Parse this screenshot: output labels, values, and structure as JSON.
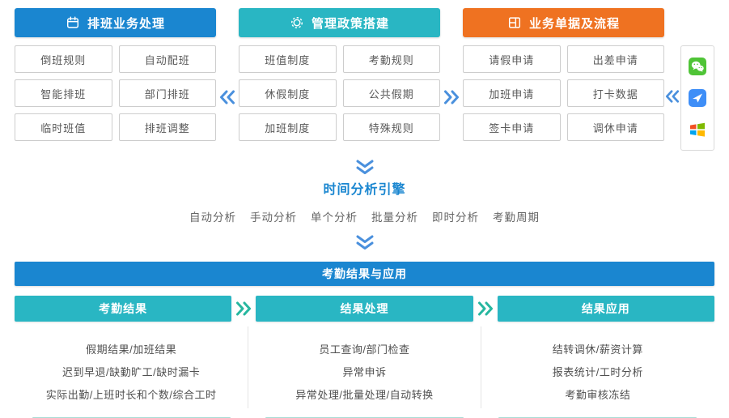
{
  "colors": {
    "header_blue": "#1a86d0",
    "header_teal": "#29b6c3",
    "header_orange": "#ef7221",
    "arrow_blue": "#4a90dd",
    "arrow_teal": "#27b7a0",
    "box_border": "#cdcdcd"
  },
  "sections": [
    {
      "title": "排班业务处理",
      "icon": "calendar-icon",
      "items": [
        "倒班规则",
        "自动配班",
        "智能排班",
        "部门排班",
        "临时班值",
        "排班调整"
      ]
    },
    {
      "title": "管理政策搭建",
      "icon": "gear-icon",
      "items": [
        "班值制度",
        "考勤规则",
        "休假制度",
        "公共假期",
        "加班制度",
        "特殊规则"
      ]
    },
    {
      "title": "业务单据及流程",
      "icon": "form-icon",
      "items": [
        "请假申请",
        "出差申请",
        "加班申请",
        "打卡数据",
        "签卡申请",
        "调休申请"
      ]
    }
  ],
  "integrations": {
    "apps": [
      "wechat",
      "dingtalk",
      "windows"
    ]
  },
  "engine": {
    "title": "时间分析引擎",
    "modes": [
      "自动分析",
      "手动分析",
      "单个分析",
      "批量分析",
      "即时分析",
      "考勤周期"
    ]
  },
  "results": {
    "banner": "考勤结果与应用",
    "columns": [
      {
        "header": "考勤结果",
        "items": [
          "假期结果/加班结果",
          "迟到早退/缺勤旷工/缺时漏卡",
          "实际出勤/上班时长和个数/综合工时"
        ]
      },
      {
        "header": "结果处理",
        "items": [
          "员工查询/部门检查",
          "异常申诉",
          "异常处理/批量处理/自动转换"
        ]
      },
      {
        "header": "结果应用",
        "items": [
          "结转调休/薪资计算",
          "报表统计/工时分析",
          "考勤审核冻结"
        ]
      }
    ]
  }
}
